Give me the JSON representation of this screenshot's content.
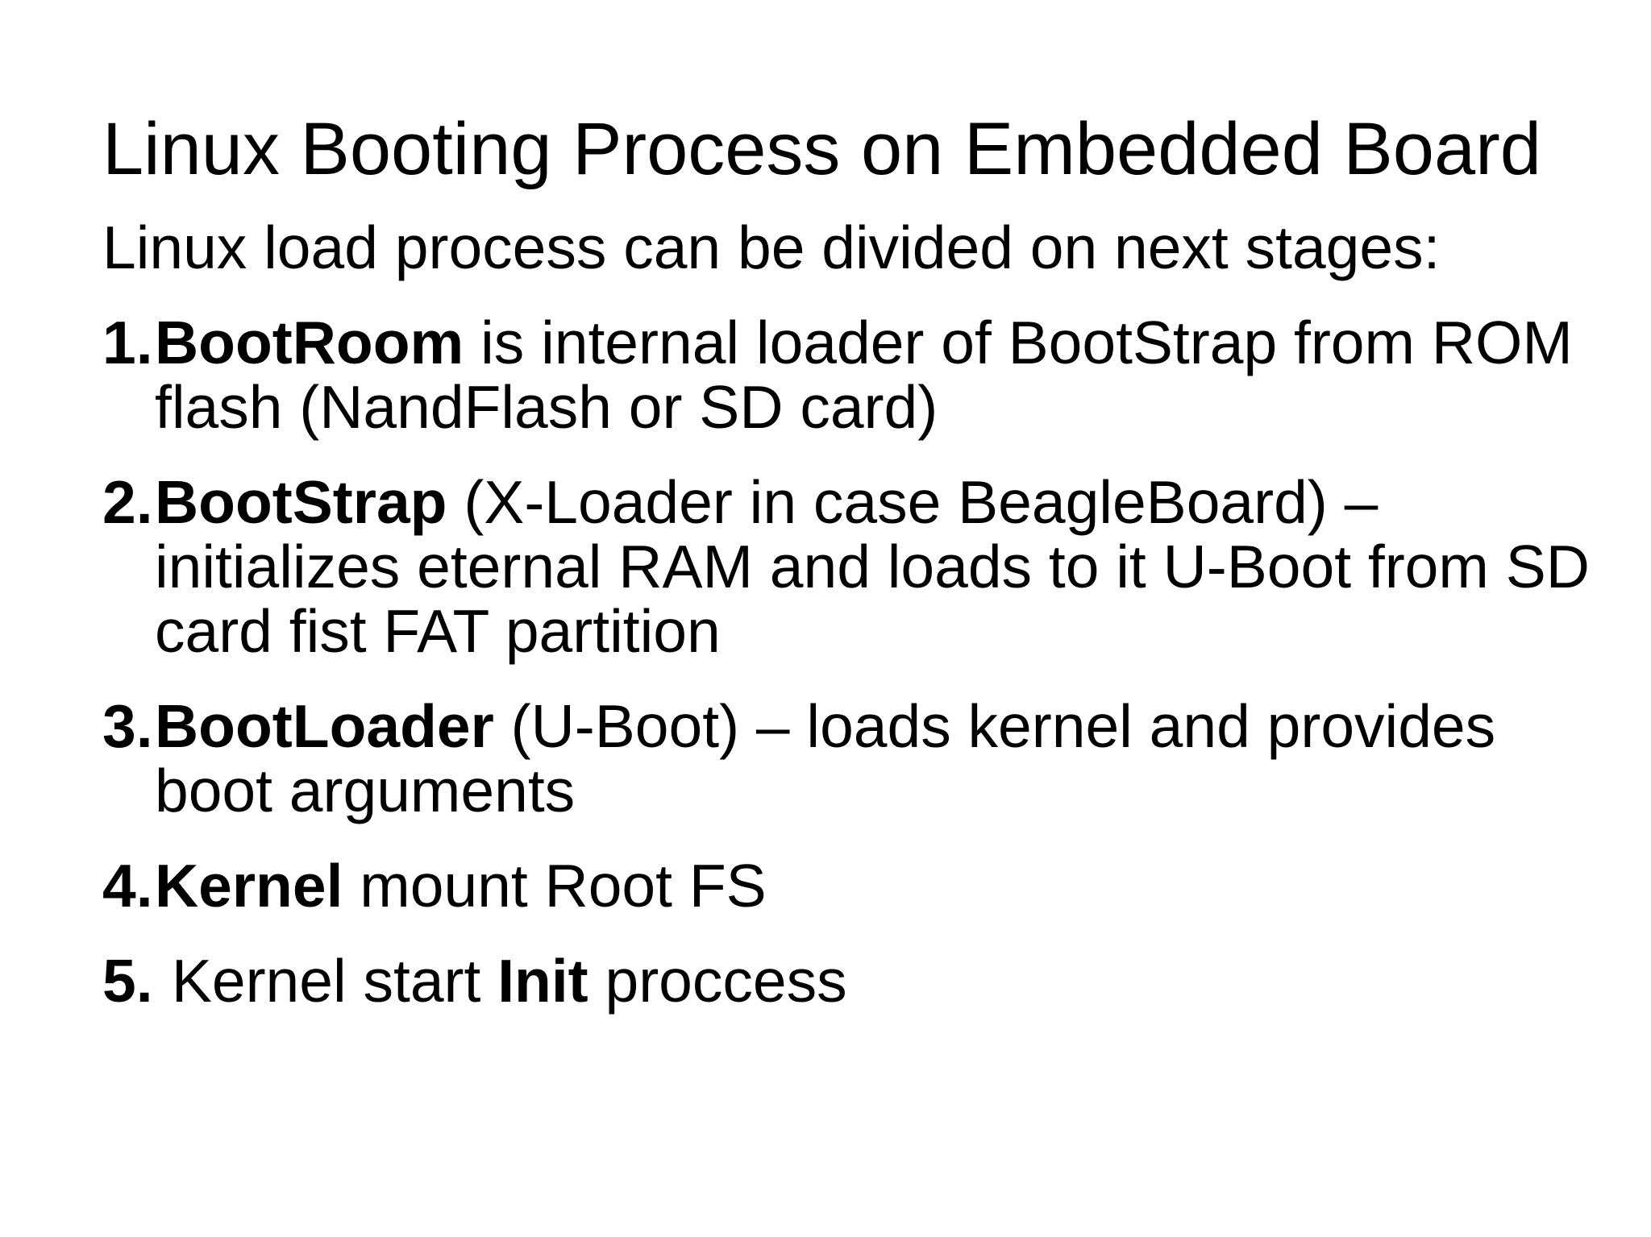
{
  "slide": {
    "title": "Linux Booting Process on Embedded Board",
    "intro": "Linux load process can be divided on next stages:",
    "items": [
      {
        "number": "1.",
        "pre": "",
        "bold": "BootRoom",
        "rest": " is internal loader of BootStrap from ROM flash (NandFlash or SD card)"
      },
      {
        "number": "2.",
        "pre": "",
        "bold": "BootStrap",
        "rest": " (X-Loader in case BeagleBoard) – initializes eternal RAM and loads to it U-Boot from SD card fist FAT partition"
      },
      {
        "number": "3.",
        "pre": "",
        "bold": "BootLoader",
        "rest": " (U-Boot) – loads kernel and provides boot arguments"
      },
      {
        "number": "4.",
        "pre": "",
        "bold": "Kernel",
        "rest": " mount Root FS"
      },
      {
        "number": "5.",
        "pre": " Kernel start ",
        "bold": "Init",
        "rest": " proccess"
      }
    ],
    "colors": {
      "background": "#ffffff",
      "text": "#000000"
    }
  }
}
